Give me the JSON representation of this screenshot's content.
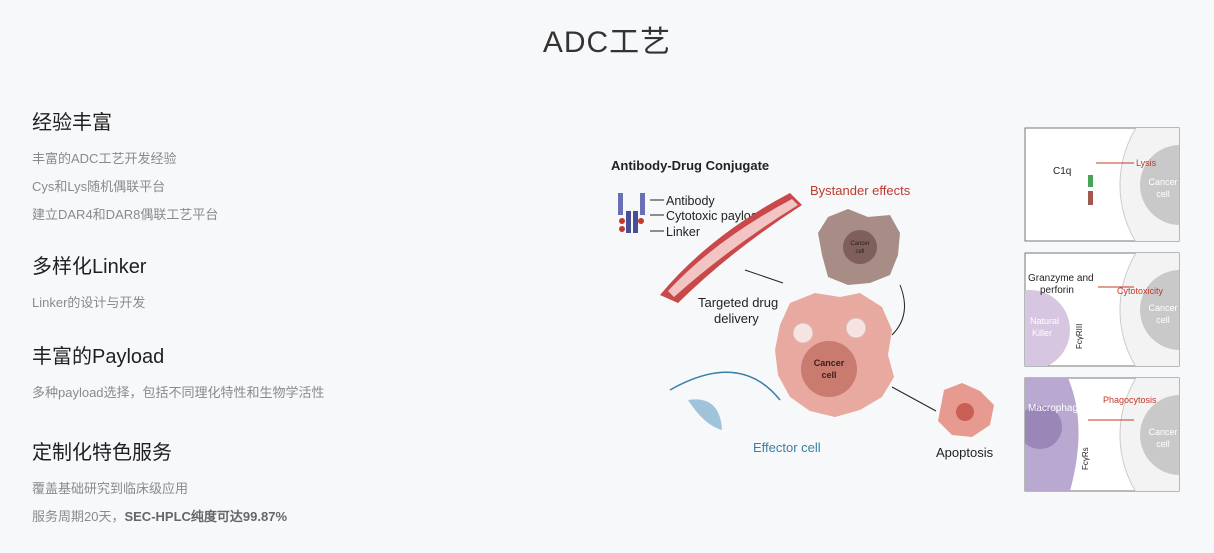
{
  "page": {
    "title": "ADC工艺"
  },
  "features": [
    {
      "title": "经验丰富",
      "lines": [
        "丰富的ADC工艺开发经验",
        "Cys和Lys随机偶联平台",
        "建立DAR4和DAR8偶联工艺平台"
      ]
    },
    {
      "title": "多样化Linker",
      "lines": [
        "Linker的设计与开发"
      ]
    },
    {
      "title": "丰富的Payload",
      "lines": [
        "多种payload选择，包括不同理化特性和生物学活性"
      ]
    },
    {
      "title": "定制化特色服务",
      "lines": [
        "覆盖基础研究到临床级应用"
      ],
      "last_line_prefix": "服务周期20天，",
      "last_line_bold": "SEC-HPLC纯度可达99.87%"
    }
  ],
  "diagram": {
    "title": "Antibody-Drug Conjugate",
    "legend": [
      "Antibody",
      "Cytotoxic payload",
      "Linker"
    ],
    "bystander": "Bystander effects",
    "cancer_cell": "Cancer\ncell",
    "targeted_delivery": "Targeted drug\ndelivery",
    "effector_cell": "Effector cell",
    "apoptosis": "Apoptosis",
    "panels": [
      {
        "left_label": "C1q",
        "effect": "Lysis",
        "right_label": "Cancer\ncell"
      },
      {
        "left_label": "Granzyme and\nperforin",
        "side": "Natural\nKiller",
        "receptor": "FcγRIII",
        "effect": "Cytotoxicity",
        "right_label": "Cancer\ncell"
      },
      {
        "left_label": "Macrophage",
        "receptor": "FcγRs",
        "effect": "Phagocytosis",
        "right_label": "Cancer\ncell"
      }
    ],
    "colors": {
      "accent_red": "#c0392b",
      "cell_pink": "#e8a9a0",
      "effector_blue": "#3a7fa6",
      "panel_purple": "#b9a8cf"
    }
  }
}
